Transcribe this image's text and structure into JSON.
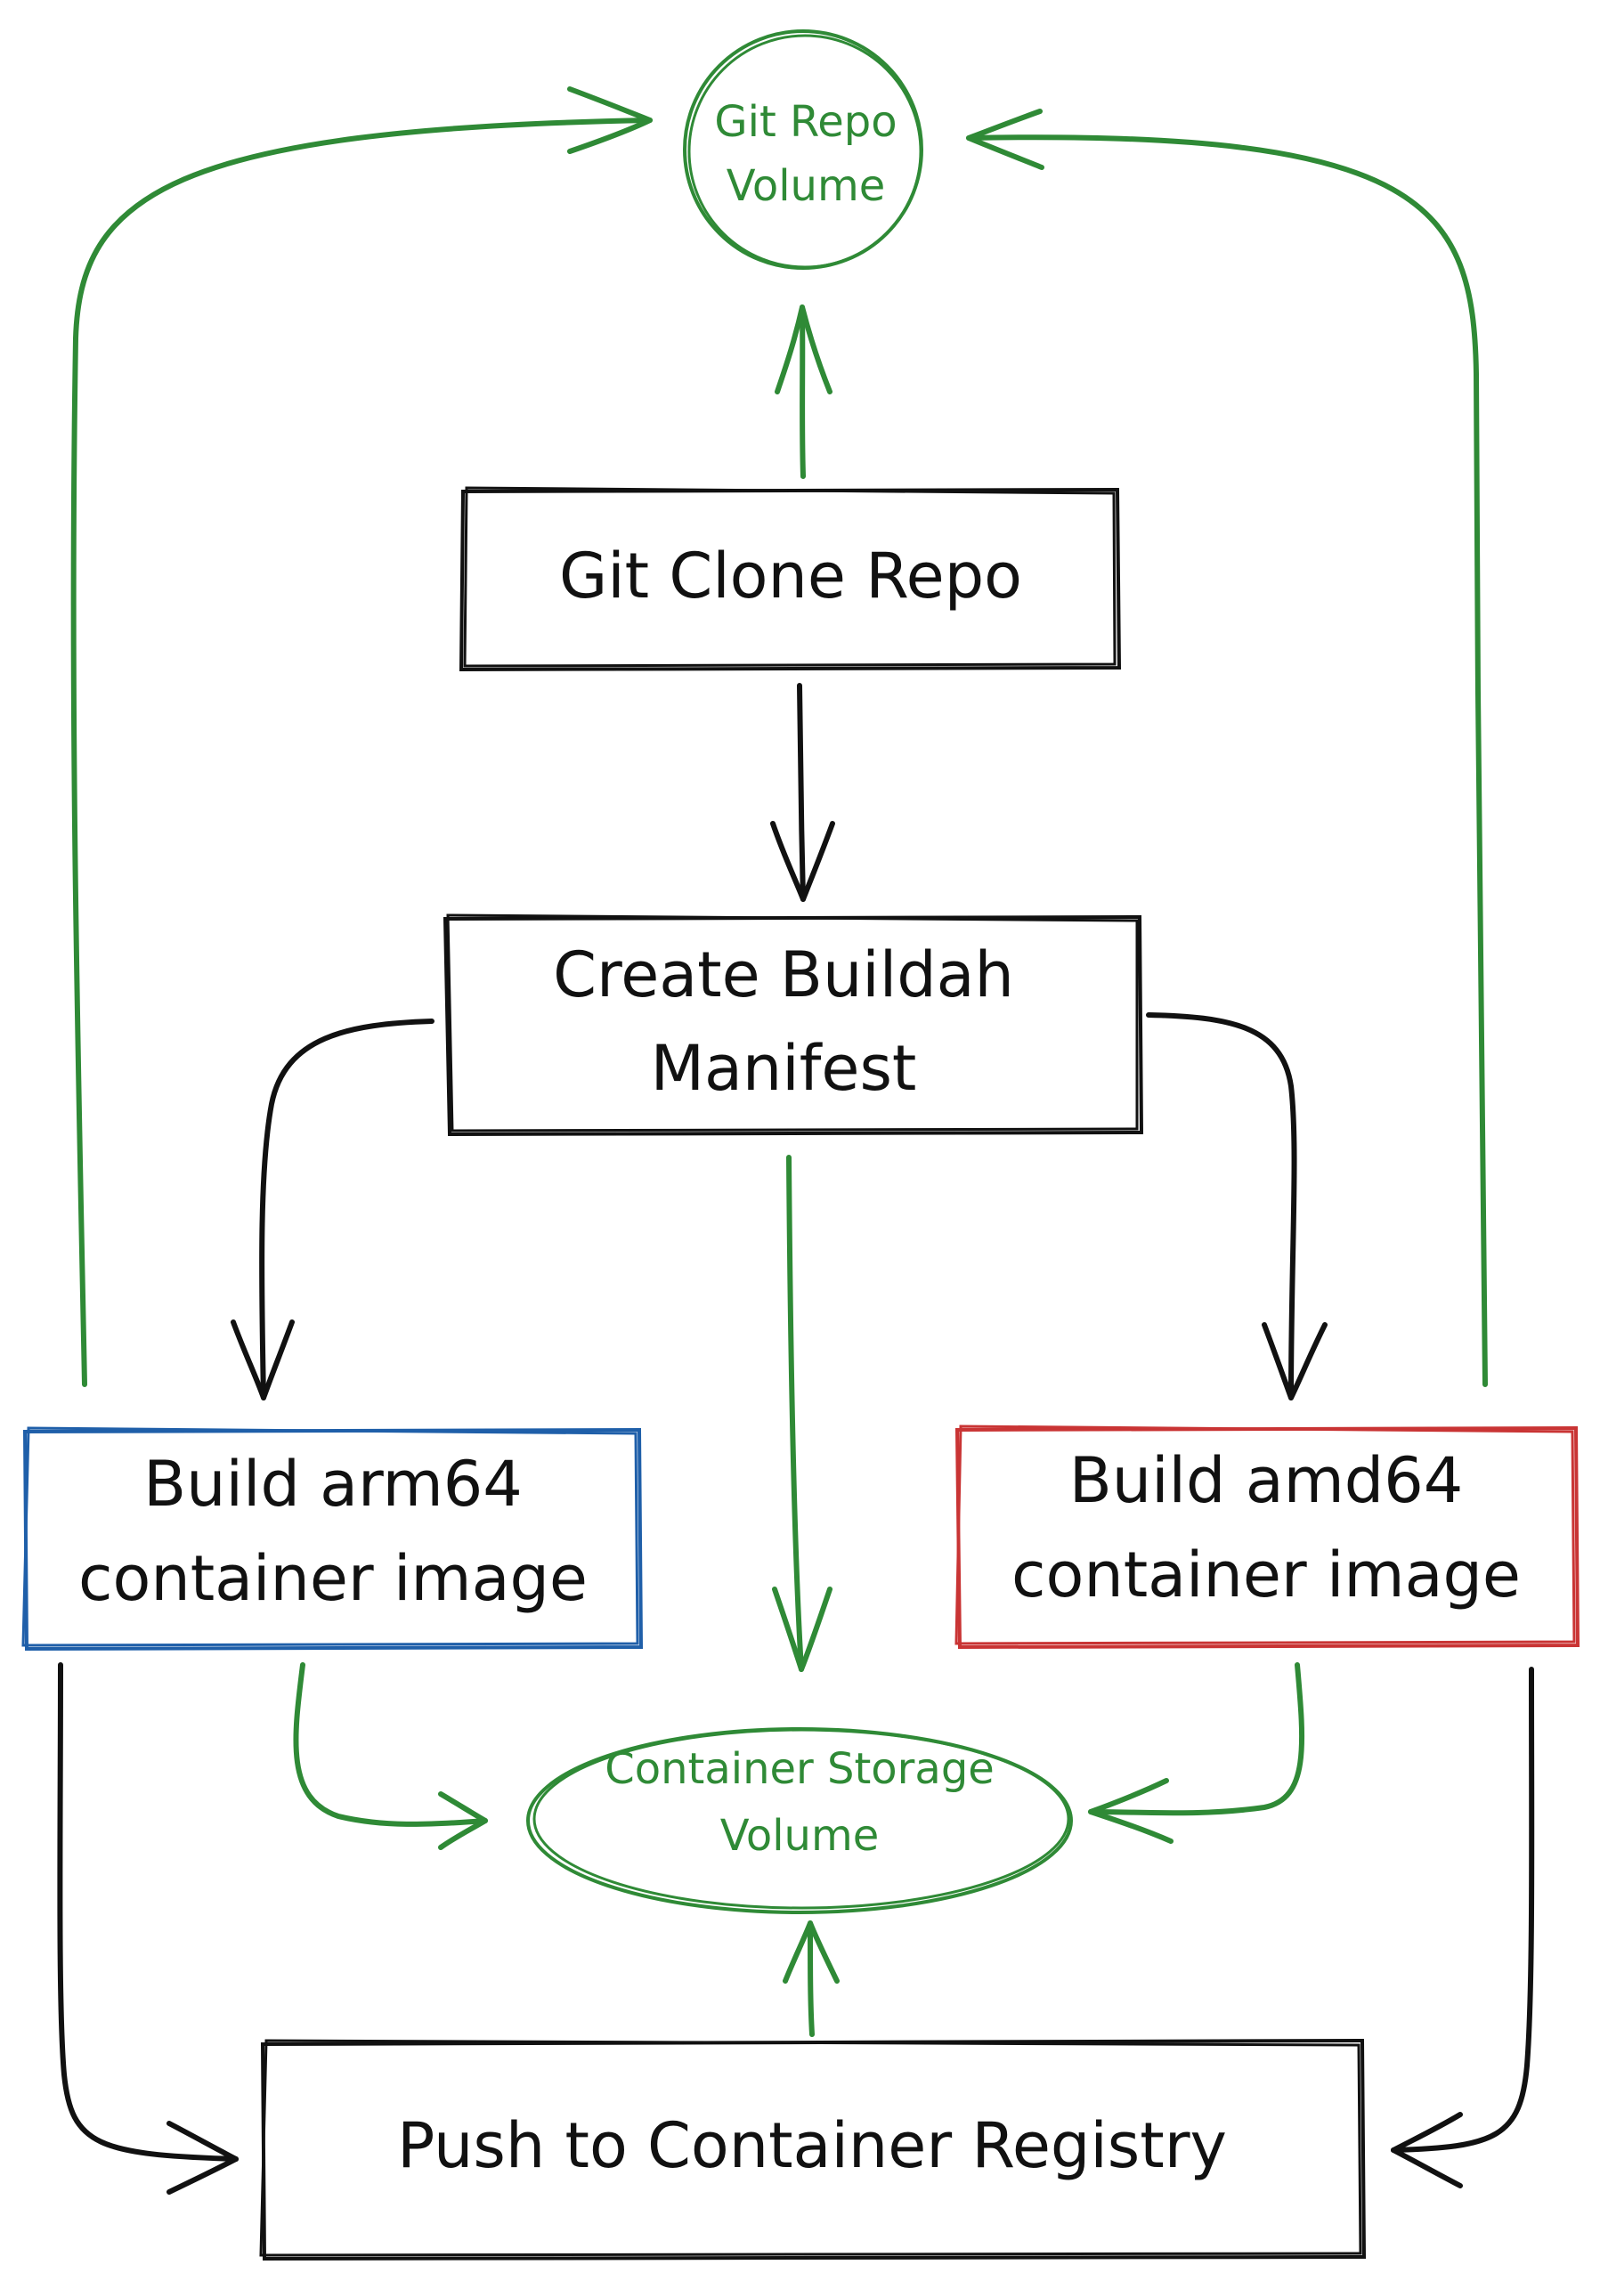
{
  "colors": {
    "black": "#111111",
    "green": "#2f8a36",
    "blue": "#1f5fa9",
    "red": "#c93434",
    "background": "#ffffff"
  },
  "nodes": {
    "git_repo_volume": {
      "shape": "circle",
      "color": "green",
      "lines": [
        "Git Repo",
        "Volume"
      ]
    },
    "git_clone_repo": {
      "shape": "box",
      "color": "black",
      "lines": [
        "Git Clone Repo"
      ]
    },
    "create_buildah_manifest": {
      "shape": "box",
      "color": "black",
      "lines": [
        "Create Buildah",
        "Manifest"
      ]
    },
    "build_arm64": {
      "shape": "box",
      "color": "blue",
      "lines": [
        "Build arm64",
        "container image"
      ]
    },
    "build_amd64": {
      "shape": "box",
      "color": "red",
      "lines": [
        "Build amd64",
        "container image"
      ]
    },
    "container_storage_volume": {
      "shape": "ellipse",
      "color": "green",
      "lines": [
        "Container Storage",
        "Volume"
      ]
    },
    "push_to_registry": {
      "shape": "box",
      "color": "black",
      "lines": [
        "Push to Container Registry"
      ]
    }
  },
  "edges": [
    {
      "from": "git_clone_repo",
      "to": "git_repo_volume",
      "color": "green"
    },
    {
      "from": "git_clone_repo",
      "to": "create_buildah_manifest",
      "color": "black"
    },
    {
      "from": "create_buildah_manifest",
      "to": "build_arm64",
      "color": "black"
    },
    {
      "from": "create_buildah_manifest",
      "to": "build_amd64",
      "color": "black"
    },
    {
      "from": "create_buildah_manifest",
      "to": "container_storage_volume",
      "color": "green"
    },
    {
      "from": "build_arm64",
      "to": "git_repo_volume",
      "color": "green"
    },
    {
      "from": "build_amd64",
      "to": "git_repo_volume",
      "color": "green"
    },
    {
      "from": "build_arm64",
      "to": "container_storage_volume",
      "color": "green"
    },
    {
      "from": "build_amd64",
      "to": "container_storage_volume",
      "color": "green"
    },
    {
      "from": "push_to_registry",
      "to": "container_storage_volume",
      "color": "green"
    },
    {
      "from": "build_arm64",
      "to": "push_to_registry",
      "color": "black"
    },
    {
      "from": "build_amd64",
      "to": "push_to_registry",
      "color": "black"
    }
  ]
}
